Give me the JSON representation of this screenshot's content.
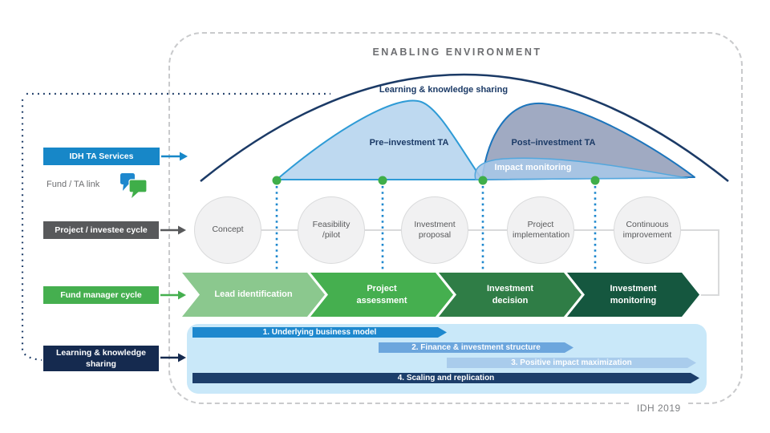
{
  "title": "ENABLING ENVIRONMENT",
  "credit": "IDH 2019",
  "legend": {
    "idh_ta_services": "IDH TA Services",
    "fund_ta_link": "Fund / TA link",
    "project_investee_cycle": "Project / investee cycle",
    "fund_manager_cycle": "Fund manager cycle",
    "learning_knowledge": "Learning & knowledge sharing"
  },
  "arcs": {
    "learning_sharing": "Learning & knowledge sharing",
    "pre_investment_ta": "Pre–investment TA",
    "post_investment_ta": "Post–investment TA",
    "impact_monitoring": "Impact monitoring"
  },
  "investee_stages": [
    "Concept",
    "Feasibility /pilot",
    "Investment proposal",
    "Project implementation",
    "Continuous improvement"
  ],
  "fund_stages": [
    "Lead identification",
    "Project assessment",
    "Investment decision",
    "Investment monitoring"
  ],
  "bars": [
    {
      "label": "1. Underlying business model"
    },
    {
      "label": "2. Finance & investment structure"
    },
    {
      "label": "3. Positive impact maximization"
    },
    {
      "label": "4. Scaling and replication"
    }
  ],
  "colors": {
    "navy": "#1B3A66",
    "navy_box": "#152A4F",
    "blue": "#1787C8",
    "blue_bright": "#2E9BD6",
    "pre_ta_fill": "#BED9F0",
    "post_ta_fill": "#9BA5BF",
    "impact_fill": "#A7C7E7",
    "gray_box": "#58595B",
    "green": "#45AF4F",
    "green_dot": "#3FAE49",
    "chevron_greens": [
      "#8BC88E",
      "#45AF4F",
      "#2F7D46",
      "#15573F"
    ],
    "bar_blues": [
      "#1E88CE",
      "#6CA6DD",
      "#A9CCEC",
      "#1C3E6B"
    ],
    "panel_blue": "#C9E8F9",
    "circle_fill": "#F1F1F2",
    "border_gray": "#C9CACC"
  }
}
